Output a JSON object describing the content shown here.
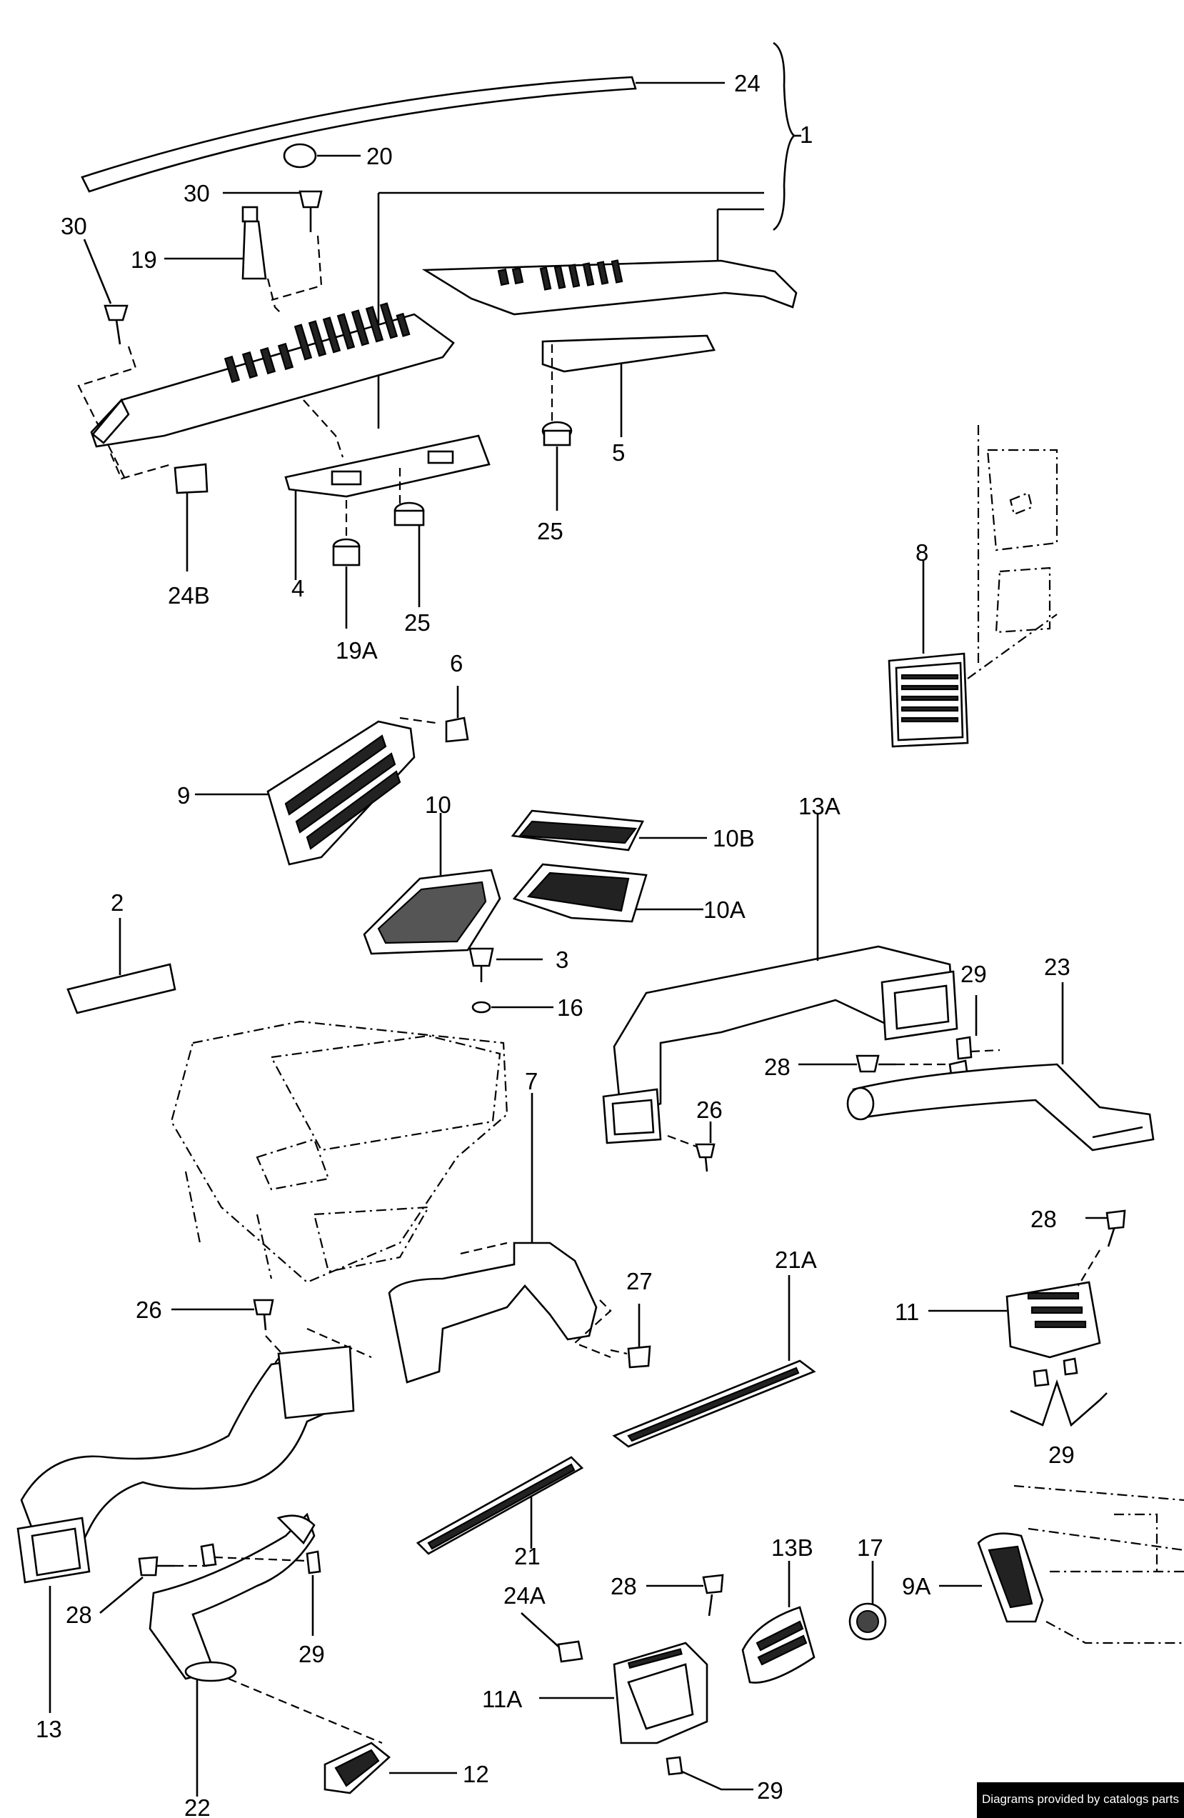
{
  "labels": {
    "l24": "24",
    "l1": "1",
    "l20": "20",
    "l30a": "30",
    "l30b": "30",
    "l19": "19",
    "l24B": "24B",
    "l4": "4",
    "l19A": "19A",
    "l25a": "25",
    "l25b": "25",
    "l5": "5",
    "l8": "8",
    "l6": "6",
    "l9": "9",
    "l10": "10",
    "l10B": "10B",
    "l10A": "10A",
    "l2": "2",
    "l3": "3",
    "l16": "16",
    "l13A": "13A",
    "l29a": "29",
    "l23": "23",
    "l28a": "28",
    "l26a": "26",
    "l7": "7",
    "l27": "27",
    "l21A": "21A",
    "l28b": "28",
    "l11": "11",
    "l29b": "29",
    "l26b": "26",
    "l21": "21",
    "l13B": "13B",
    "l17": "17",
    "l9A": "9A",
    "l24A": "24A",
    "l28c": "28",
    "l28d": "28",
    "l29c": "29",
    "l11A": "11A",
    "l13": "13",
    "l22": "22",
    "l12": "12",
    "l29d": "29"
  },
  "footer": {
    "text": "Diagrams provided by catalogs parts"
  }
}
